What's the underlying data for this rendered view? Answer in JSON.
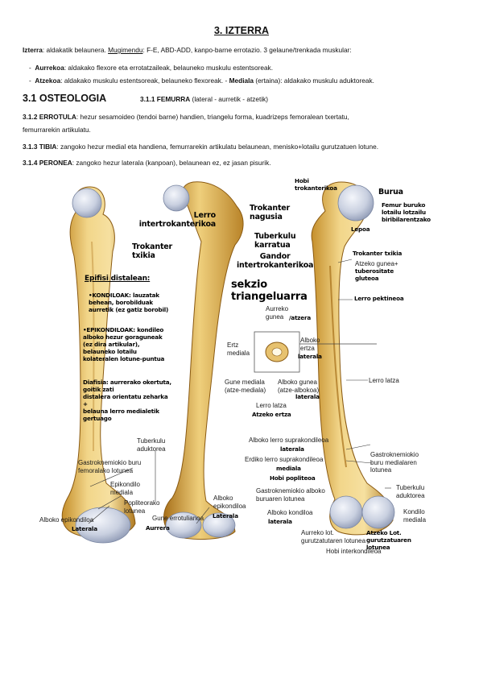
{
  "title": "3. IZTERRA",
  "intro": {
    "izterra_term": "Izterra",
    "izterra_text": ": aldakatik belaunera. ",
    "mugimendu_term": "Mugimendu",
    "mugimendu_text": ": F-E, ABD-ADD, kanpo-barne errotazio. 3 gelaune/trenkada muskular:"
  },
  "bullets": [
    {
      "term": "Aurrekoa",
      "text": ": aldakako flexore eta errotatzaileak, belauneko muskulu estentsoreak."
    },
    {
      "term": "Atzekoa",
      "text": ": aldakako muskulu estentsoreak, belauneko flexoreak.  - ",
      "term2": "Mediala",
      "text2": " (ertaina): aldakako muskulu aduktoreak."
    }
  ],
  "section": {
    "heading": "3.1 OSTEOLOGIA",
    "sub_term": "3.1.1 FEMURRA",
    "sub_text": " (lateral - aurretik - atzetik)"
  },
  "paragraphs": [
    {
      "term": "3.1.2 ERROTULA",
      "text": ": hezur sesamoideo (tendoi barne) handien, triangelu forma, kuadrizeps femoralean txertatu,"
    },
    {
      "term": "",
      "text": "femurrarekin artikulatu."
    },
    {
      "term": "3.1.3 TIBIA",
      "text": ": zangoko hezur medial eta handiena, femurrarekin artikulatu belaunean, menisko+lotailu gurutzatuen lotune."
    },
    {
      "term": "3.1.4 PERONEA",
      "text": ": zangoko hezur laterala (kanpoan), belaunean ez, ez jasan pisurik."
    }
  ],
  "printed_labels": {
    "tuberkulu_aduktorea": "Tuberkulu\naduktorea",
    "gastro_lateral": "Gastroknemiokio buru\nfemoralako lotunea",
    "epikondilo_mediala": "Epikondilo\nmediala",
    "popliteoarako": "Popliteorako\nlotunea",
    "alboko_epikondiloa_left": "Alboko epikondiloa",
    "alboko_epikondiloa_mid": "Alboko\nepikondiloa",
    "gune_errotulianoa": "Gune errotulianoa",
    "aurreko_gunea": "Aurreko\ngunea",
    "ertz_mediala": "Ertz\nmediala",
    "alboko_ertza": "Alboko\nertza",
    "gune_mediala": "Gune mediala\n(atze-mediala)",
    "alboko_gunea": "Alboko gunea\n(atze-albokoa)",
    "lerro_latza_box": "Lerro latza",
    "lerro_latza": "Lerro latza",
    "alboko_lerro_supra": "Alboko lerro suprakondileoa",
    "erdiko_lerro_supra": "Erdiko lerro suprakondileoa",
    "gastro_medial": "Gastroknemiokio\nburu medialaren\nlotunea",
    "gastro_alboko": "Gastroknemiokio alboko\nburuaren lotunea",
    "tuberkulu_aduktorea_right": "Tuberkulu\naduktorea",
    "alboko_kondiloa": "Alboko kondiloa",
    "kondilo_mediala": "Kondilo\nmediala",
    "aurreko_lot": "Aurreko lot.\ngurutzatutaren lotunea",
    "hobi_interkondileoa": "Hobi interkondileoa",
    "atzeko_gunea_tuberositate": "Atzeko gunea+"
  },
  "handwritten": {
    "lerro_interkondileoa": "Lerro\nintertrokanterikoa",
    "trokanter_txikia_left": "Trokanter\ntxikia",
    "epifisi_distalean": "Epifisi distalean:",
    "kondiloak": "•KONDILOAK: lauzatak\nbehean, borobilduak\naurretik (ez gatiz borobil)",
    "epikondiloak": "•EPIKONDILOAK: kondileo\nalboko hezur goraguneak\n(ez dira artikular),\nbelauneko lotailu\nkolateralen lotune-puntua",
    "diafisia": "Diafisia: aurrerako okertuta,\ngoitik zati\ndistalera orientatu zeharka\n+\nbelauna lerro medialetik\ngertuago",
    "laterala_1": "Laterala",
    "laterala_2": "Laterala",
    "aurrera": "Aurrera",
    "trokanter_nagusia": "Trokanter\nnagusia",
    "tuberkulu_karratua": "Tuberkulu\nkarratua",
    "gandor": "Gandor\nintertrokanterikoa",
    "sekzio": "sekzio\ntriangeluarra",
    "aurrekoa_atzera": "/atzera",
    "hobi_trokanterikoa": "Hobi\ntrokanterikoa",
    "burua": "Burua",
    "femur_buruko": "Femur buruko\nlotailu lotzailu\nbiribilarentzako",
    "lepoa": "Lepoa",
    "trokanter_txikia_right": "Trokanter txikia",
    "tuberositate": "tuberositate\ngluteoa",
    "lerro_pektineoa": "Lerro pektineoa",
    "laterala_box": "laterala",
    "laterala_box2": "laterala",
    "atzeko_ertza": "Atzeko ertza",
    "laterala_3": "laterala",
    "mediala_hw": "mediala",
    "hobi_popliteoa": "Hobi popliteoa",
    "laterala_4": "laterala",
    "atzeko_lot": "Atzeko Lot.\ngurutzatuaren\nlotunea"
  }
}
